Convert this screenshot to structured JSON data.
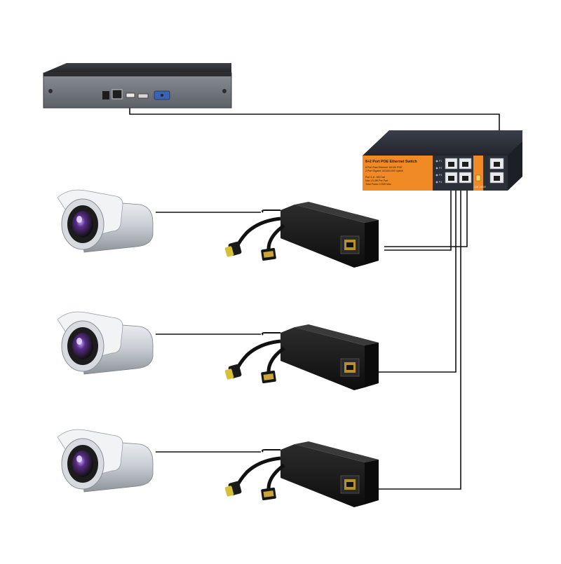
{
  "switch": {
    "title": "8+2 Port POE Ethernet Switch",
    "line1": "8 Port Fast Ethernet 10/100 POE",
    "line2": "2 Port Gigabit 10/100/1000 Uplink",
    "line3": "Port 1-8 : 802.3af",
    "line4": "Max 15.4W Per Port",
    "line5": "Total Power 120W Max",
    "leds": [
      "P1",
      "P2",
      "P3",
      "P4"
    ],
    "uplink_label": "LAN  10/100"
  },
  "colors": {
    "wire": "#111111",
    "switch_accent": "#f08a24",
    "switch_body": "#2b2f38",
    "nvr_body": "#6f747a",
    "injector_body": "#1a1a1a",
    "camera_body": "#cfd3d8"
  },
  "icons": {
    "nvr": "nvr-recorder-icon",
    "switch": "poe-switch-icon",
    "camera": "bullet-camera-icon",
    "splitter": "poe-splitter-icon"
  }
}
